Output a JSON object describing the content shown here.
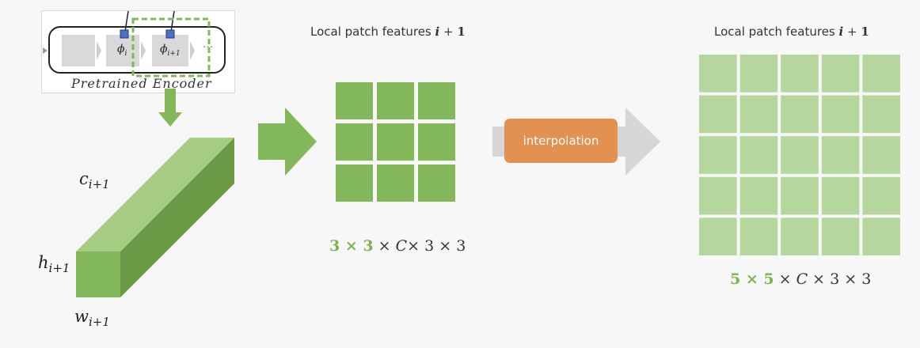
{
  "encoder": {
    "label": "Pretrained Encoder",
    "phi_i": "ϕ",
    "phi_i_sub": "i",
    "phi_i1": "ϕ",
    "phi_i1_sub": "i+1",
    "ellipsis": "···"
  },
  "feature_volume": {
    "c_label": "c",
    "c_sub": "i+1",
    "h_label": "h",
    "h_sub": "i+1",
    "w_label": "w",
    "w_sub": "i+1"
  },
  "grid_small": {
    "title_text": "Local patch features ",
    "title_idx": "i",
    "title_op": " + ",
    "title_one": "1",
    "rows": 3,
    "cols": 3,
    "color": "#82b85a",
    "dims_green": "3 × 3",
    "dims_rest_1": " × ",
    "dims_C": "C",
    "dims_rest_2": "× 3 × 3"
  },
  "interpolation": {
    "label": "interpolation",
    "color": "#e39150"
  },
  "grid_large": {
    "title_text": "Local patch features ",
    "title_idx": "i",
    "title_op": " + ",
    "title_one": "1",
    "rows": 5,
    "cols": 5,
    "color": "#b5d69c",
    "dims_green": "5 × 5",
    "dims_rest_1": " × ",
    "dims_C": "C",
    "dims_rest_2": " × 3 × 3"
  },
  "colors": {
    "green": "#82b85a",
    "green_dark": "#6a9a46",
    "green_light": "#a6cc84",
    "arrow_grey": "#d6d6d6",
    "encoder_blue": "#4a72c4"
  }
}
